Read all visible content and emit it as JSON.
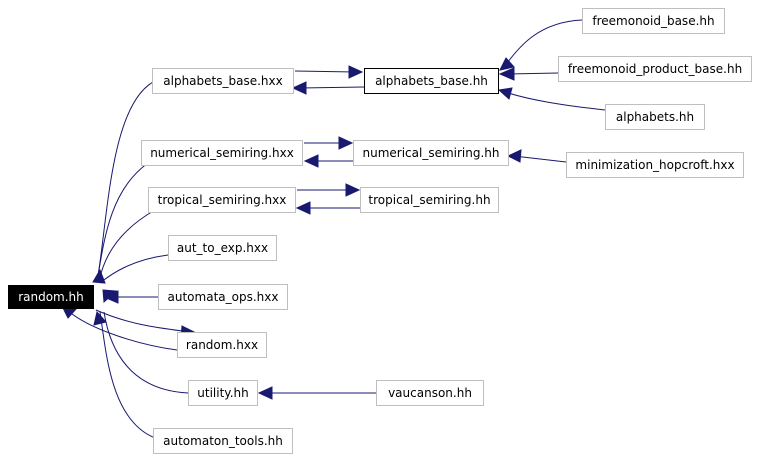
{
  "nodes": [
    {
      "id": "random_hh",
      "label": "random.hh",
      "style": "current"
    },
    {
      "id": "alphabets_base_hxx",
      "label": "alphabets_base.hxx"
    },
    {
      "id": "alphabets_base_hh",
      "label": "alphabets_base.hh",
      "style": "focus"
    },
    {
      "id": "freemonoid_base_hh",
      "label": "freemonoid_base.hh"
    },
    {
      "id": "freemonoid_product_base_hh",
      "label": "freemonoid_product_base.hh"
    },
    {
      "id": "alphabets_hh",
      "label": "alphabets.hh"
    },
    {
      "id": "numerical_semiring_hxx",
      "label": "numerical_semiring.hxx"
    },
    {
      "id": "numerical_semiring_hh",
      "label": "numerical_semiring.hh"
    },
    {
      "id": "minimization_hopcroft_hxx",
      "label": "minimization_hopcroft.hxx"
    },
    {
      "id": "tropical_semiring_hxx",
      "label": "tropical_semiring.hxx"
    },
    {
      "id": "tropical_semiring_hh",
      "label": "tropical_semiring.hh"
    },
    {
      "id": "aut_to_exp_hxx",
      "label": "aut_to_exp.hxx"
    },
    {
      "id": "automata_ops_hxx",
      "label": "automata_ops.hxx"
    },
    {
      "id": "random_hxx",
      "label": "random.hxx"
    },
    {
      "id": "utility_hh",
      "label": "utility.hh"
    },
    {
      "id": "vaucanson_hh",
      "label": "vaucanson.hh"
    },
    {
      "id": "automaton_tools_hh",
      "label": "automaton_tools.hh"
    }
  ],
  "colors": {
    "edge": "#191970",
    "node_border": "#bfbfbf",
    "current_bg": "#000000",
    "current_text": "#ffffff"
  }
}
